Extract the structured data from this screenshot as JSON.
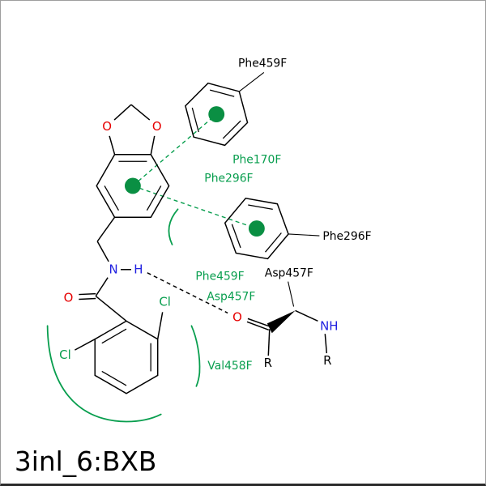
{
  "title": "3inl_6:BXB",
  "colors": {
    "interaction_green": "#089e4e",
    "centroid_green": "#0a8f43",
    "atom_red": "#e60000",
    "atom_blue": "#2020e0",
    "bond_black": "#000000"
  },
  "labels": {
    "residues_black": {
      "phe459f": "Phe459F",
      "phe296f": "Phe296F",
      "asp457f": "Asp457F"
    },
    "residues_green": {
      "phe170f": "Phe170F",
      "phe296f": "Phe296F",
      "phe459f": "Phe459F",
      "asp457f": "Asp457F",
      "val458f": "Val458F"
    },
    "atoms": {
      "dioxole_o_left": "O",
      "dioxole_o_right": "O",
      "amide_o": "O",
      "amide_n": "N",
      "amide_h": "H",
      "cl_ortho_right": "Cl",
      "cl_ortho_left": "Cl",
      "asp_carbonyl_o": "O",
      "asp_nh": "NH",
      "asp_r_backbone": "R",
      "asp_r_sidechain": "R"
    }
  }
}
